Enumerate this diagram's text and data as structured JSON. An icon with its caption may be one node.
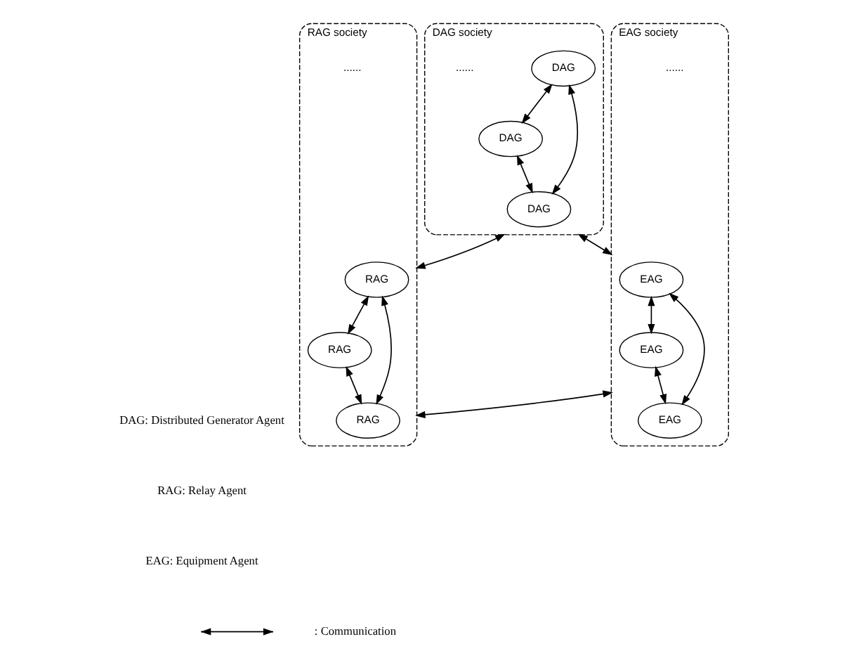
{
  "diagram": {
    "nodes": [
      {
        "text": [
          "DAG society"
        ]
      },
      {
        "text": [
          "DAG"
        ],
        "in": 0
      },
      {
        "text": [
          "DAG"
        ],
        "in": 0
      },
      {
        "text": [
          "DAG"
        ],
        "in": 0
      },
      {
        "text": [
          "RAG society"
        ]
      },
      {
        "text": [
          "RAG"
        ],
        "in": 4
      },
      {
        "text": [
          "RAG"
        ],
        "in": 4
      },
      {
        "text": [
          "RAG"
        ],
        "in": 4
      },
      {
        "text": [
          "EAG society"
        ]
      },
      {
        "text": [
          "EAG"
        ],
        "in": 8
      },
      {
        "text": [
          "EAG"
        ],
        "in": 8
      },
      {
        "text": [
          "EAG"
        ],
        "in": 8
      }
    ],
    "edges": [
      {
        "from": 1,
        "to": 2,
        "arrow": "both"
      },
      {
        "from": 1,
        "to": 3,
        "arrow": "both"
      },
      {
        "from": 2,
        "to": 3,
        "arrow": "both"
      },
      {
        "from": 5,
        "to": 6,
        "arrow": "both"
      },
      {
        "from": 5,
        "to": 7,
        "arrow": "both"
      },
      {
        "from": 6,
        "to": 7,
        "arrow": "both"
      },
      {
        "from": 9,
        "to": 10,
        "arrow": "both"
      },
      {
        "from": 9,
        "to": 11,
        "arrow": "both"
      },
      {
        "from": 10,
        "to": 11,
        "arrow": "both"
      },
      {
        "from": 0,
        "to": 4,
        "arrow": "both"
      },
      {
        "from": 0,
        "to": 8,
        "arrow": "both"
      },
      {
        "from": 4,
        "to": 8,
        "arrow": "both"
      }
    ],
    "labels": [
      "......",
      "......",
      "......",
      "DAG: Distributed Generator Agent",
      "RAG: Relay Agent",
      "EAG: Equipment Agent"
    ],
    "legend": [
      {
        "text": ": Communication"
      }
    ]
  }
}
